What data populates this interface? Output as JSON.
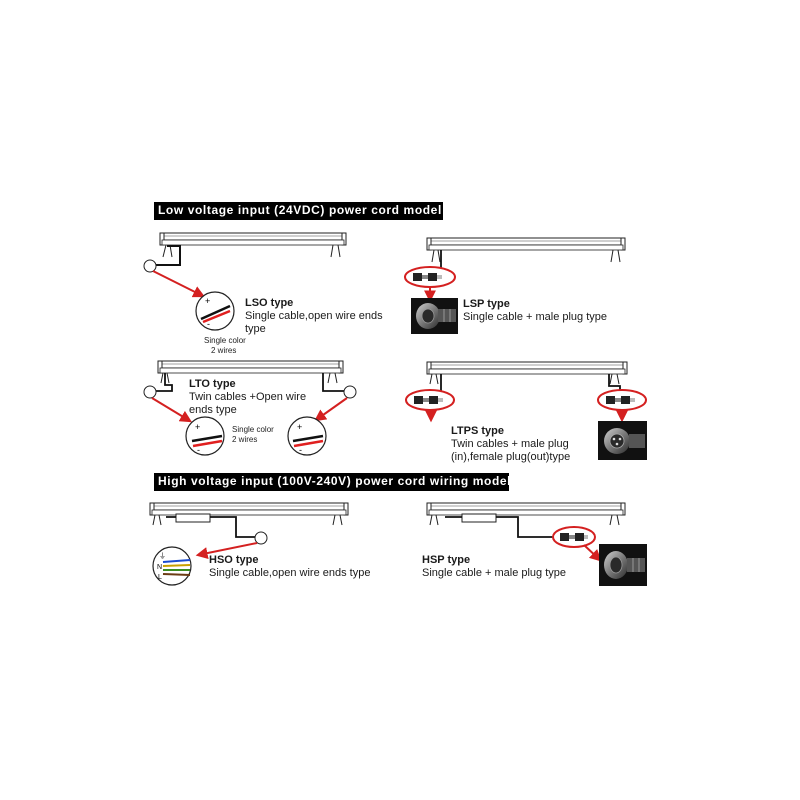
{
  "headers": {
    "low": "Low voltage input (24VDC) power cord model",
    "high": "High voltage input (100V-240V) power cord wiring model"
  },
  "models": {
    "lso": {
      "title": "LSO type",
      "desc1": "Single cable,open wire ends",
      "desc2": "type",
      "note1": "Single color",
      "note2": "2 wires"
    },
    "lsp": {
      "title": "LSP type",
      "desc1": "Single cable + male plug type"
    },
    "lto": {
      "title": "LTO type",
      "desc1": "Twin cables +Open wire",
      "desc2": "ends type",
      "note1": "Single color",
      "note2": "2 wires"
    },
    "ltps": {
      "title": "LTPS type",
      "desc1": "Twin cables + male plug",
      "desc2": "(in),female plug(out)type"
    },
    "hso": {
      "title": "HSO type",
      "desc1": "Single cable,open wire ends type"
    },
    "hsp": {
      "title": "HSP type",
      "desc1": "Single cable + male plug type"
    }
  },
  "terminal_marks": {
    "plus": "+",
    "minus": "-",
    "earth": "⏚",
    "neutral": "N",
    "live": "L"
  },
  "colors": {
    "accent_red": "#d42020",
    "wire_black": "#111111",
    "wire_red": "#e01f1f"
  }
}
